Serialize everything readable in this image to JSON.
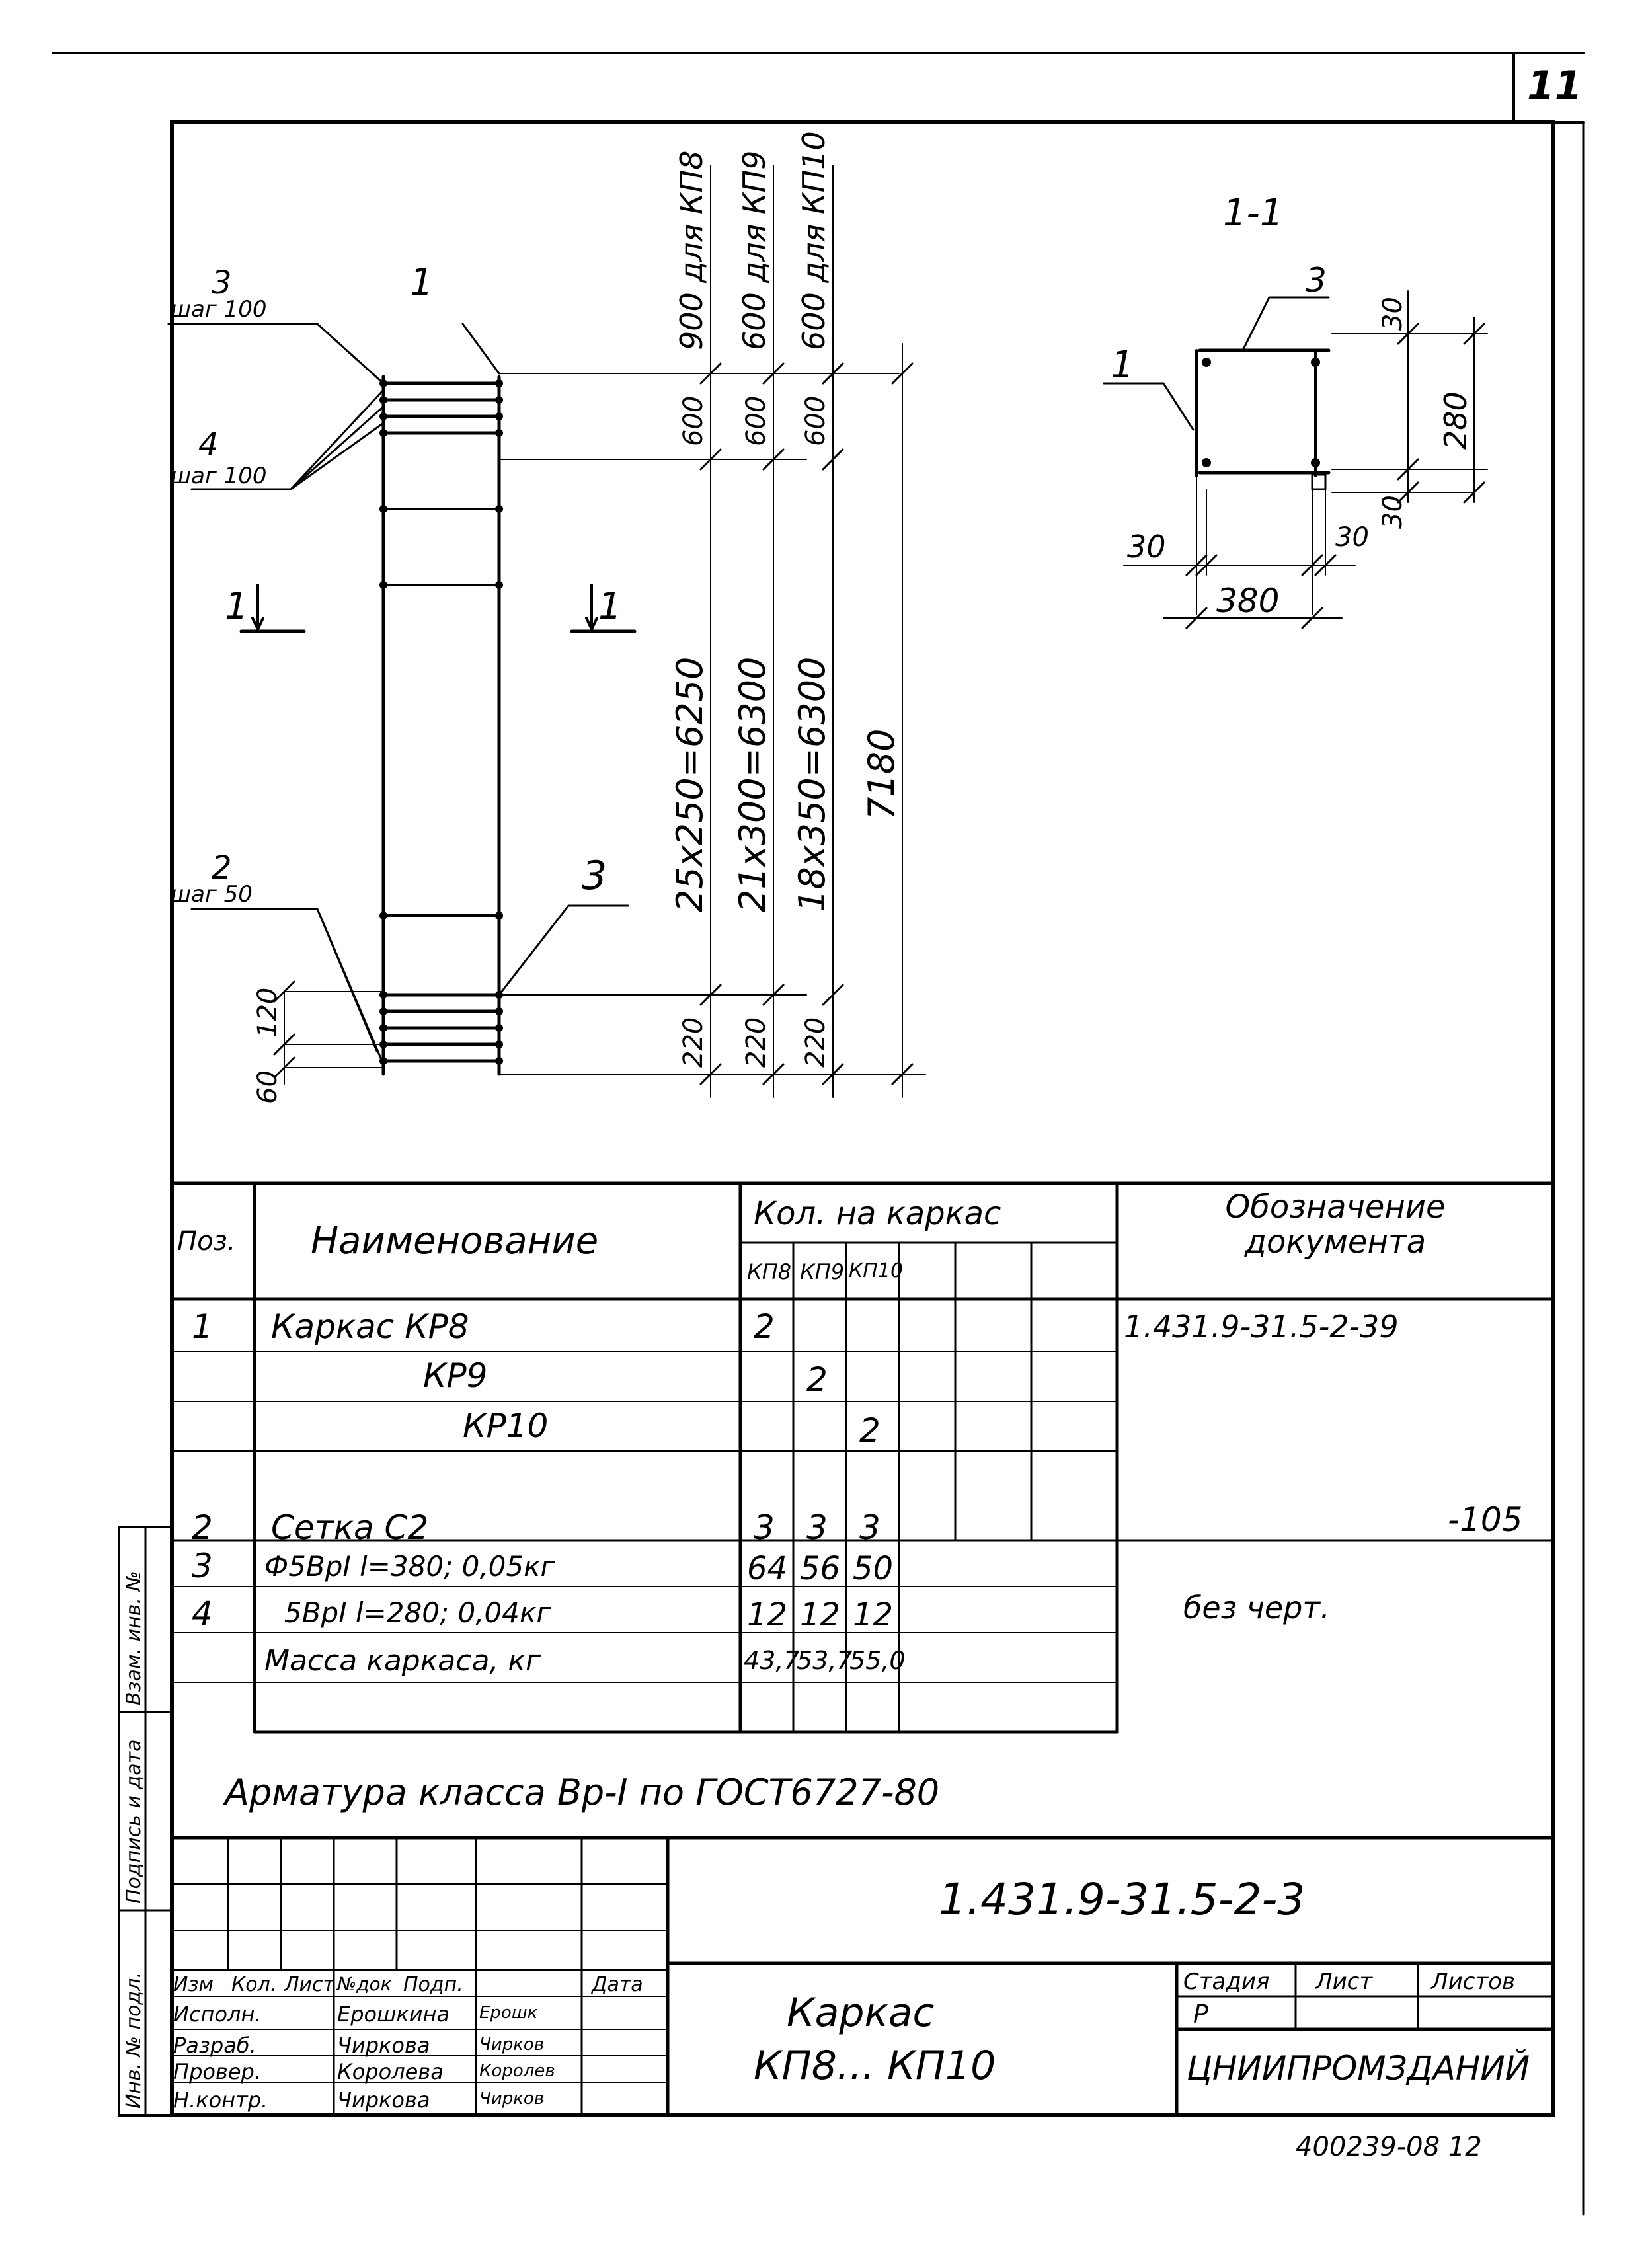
{
  "sheet_number": "11",
  "footer_code": "400239-08 12",
  "drawing": {
    "callouts": {
      "c3": "3",
      "c3_step": "шаг 100",
      "c4": "4",
      "c4_step": "шаг 100",
      "c2": "2",
      "c2_step": "шаг 50",
      "c1": "1",
      "c3b": "3",
      "cut_left": "1",
      "cut_right": "1"
    },
    "dims": {
      "top_kp8": "900 для КП8",
      "top_kp9": "600 для КП9",
      "top_kp10": "600 для КП10",
      "mid_kp8": "25х250=6250",
      "mid_kp9": "21х300=6300",
      "mid_kp10": "18х350=6300",
      "total": "7180",
      "bot_1": "220",
      "bot_2": "220",
      "bot_3": "220",
      "left_120": "120",
      "left_60": "60"
    },
    "section": {
      "title": "1-1",
      "c3": "3",
      "c1": "1",
      "d30_top": "30",
      "d280": "280",
      "d30_right": "30",
      "d30_left": "30",
      "d30_inner": "30",
      "d380": "380"
    }
  },
  "spec": {
    "headers": {
      "pos": "Поз.",
      "name": "Наименование",
      "qty": "Кол. на каркас",
      "kp8": "КП8",
      "kp9": "КП9",
      "kp10": "КП10",
      "doc": "Обозначение документа"
    },
    "rows": [
      {
        "pos": "1",
        "name": "Каркас КР8",
        "kp8": "2",
        "kp9": "",
        "kp10": "",
        "doc": "1.431.9-31.5-2-39"
      },
      {
        "pos": "",
        "name": "КР9",
        "kp8": "",
        "kp9": "2",
        "kp10": "",
        "doc": ""
      },
      {
        "pos": "",
        "name": "КР10",
        "kp8": "",
        "kp9": "",
        "kp10": "2",
        "doc": ""
      },
      {
        "pos": "",
        "name": "",
        "kp8": "",
        "kp9": "",
        "kp10": "",
        "doc": ""
      },
      {
        "pos": "2",
        "name": "Сетка С2",
        "kp8": "3",
        "kp9": "3",
        "kp10": "3",
        "doc": "-105"
      },
      {
        "pos": "3",
        "name": "Ф5ВрI l=380; 0,05кг",
        "kp8": "64",
        "kp9": "56",
        "kp10": "50",
        "doc": "без черт."
      },
      {
        "pos": "4",
        "name": "5ВрI l=280; 0,04кг",
        "kp8": "12",
        "kp9": "12",
        "kp10": "12",
        "doc": ""
      },
      {
        "pos": "",
        "name": "Масса каркаса, кг",
        "kp8": "43,7",
        "kp9": "53,7",
        "kp10": "55,0",
        "doc": ""
      }
    ],
    "note": "Арматура класса Вр-I по ГОСТ6727-80"
  },
  "side_stamp": {
    "c1": "Инв. № подл.",
    "c2": "Подпись и дата",
    "c3": "Взам. инв. №"
  },
  "title_block": {
    "code": "1.431.9-31.5-2-3",
    "hdr": [
      "Изм",
      "Кол.",
      "Лист",
      "№док",
      "Подп.",
      "Дата"
    ],
    "roles": [
      {
        "role": "Исполн.",
        "name": "Ерошкина",
        "sign": "Ерошк"
      },
      {
        "role": "Разраб.",
        "name": "Чиркова",
        "sign": "Чирков"
      },
      {
        "role": "Провер.",
        "name": "Королева",
        "sign": "Королев"
      },
      {
        "role": "",
        "name": "",
        "sign": ""
      },
      {
        "role": "Н.контр.",
        "name": "Чиркова",
        "sign": "Чирков"
      }
    ],
    "title_line1": "Каркас",
    "title_line2": "КП8... КП10",
    "stage_label": "Стадия",
    "sheet_label": "Лист",
    "sheets_label": "Листов",
    "stage_value": "Р",
    "org": "ЦНИИПРОМЗДАНИЙ"
  }
}
